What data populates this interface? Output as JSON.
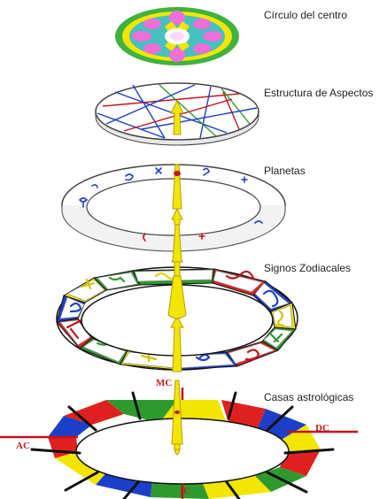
{
  "layers": [
    {
      "id": "centro",
      "label": "Círculo del centro"
    },
    {
      "id": "aspectos",
      "label": "Estructura de Aspectos"
    },
    {
      "id": "planetas",
      "label": "Planetas"
    },
    {
      "id": "signos",
      "label": "Signos Zodiacales"
    },
    {
      "id": "casas",
      "label": "Casas astrológicas"
    }
  ],
  "axes": {
    "mc": "MC",
    "ac": "AC",
    "dc": "DC",
    "ic": "IC"
  },
  "colors": {
    "arrow": "#f2e600",
    "arrow_edge": "#b89a00",
    "axis_red": "#c0151b",
    "fire": "#e02020",
    "earth": "#2e9a2e",
    "air": "#f2e600",
    "water": "#1c3fc9"
  },
  "icons": {
    "planet_glyph": "planet-glyph-icon",
    "zodiac_glyph": "zodiac-glyph-icon"
  }
}
